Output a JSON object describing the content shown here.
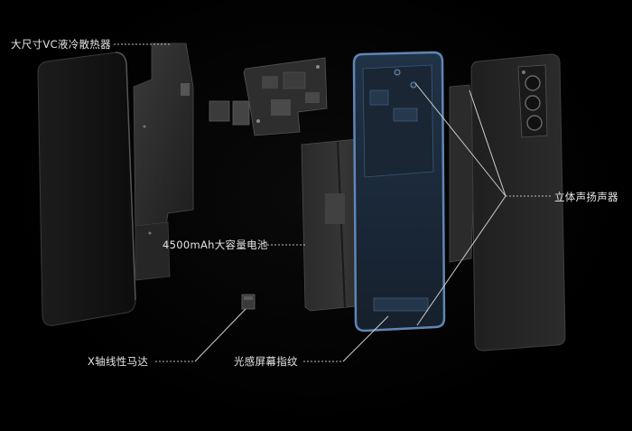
{
  "callouts": {
    "cooling": "大尺寸VC液冷散热器",
    "battery": "4500mAh大容量电池",
    "speakers": "立体声扬声器",
    "motor": "X轴线性马达",
    "fingerprint": "光感屏幕指纹"
  },
  "colors": {
    "background": "#000000",
    "frame_accent": "#5f86b4",
    "label_text": "#e6e6e6"
  }
}
